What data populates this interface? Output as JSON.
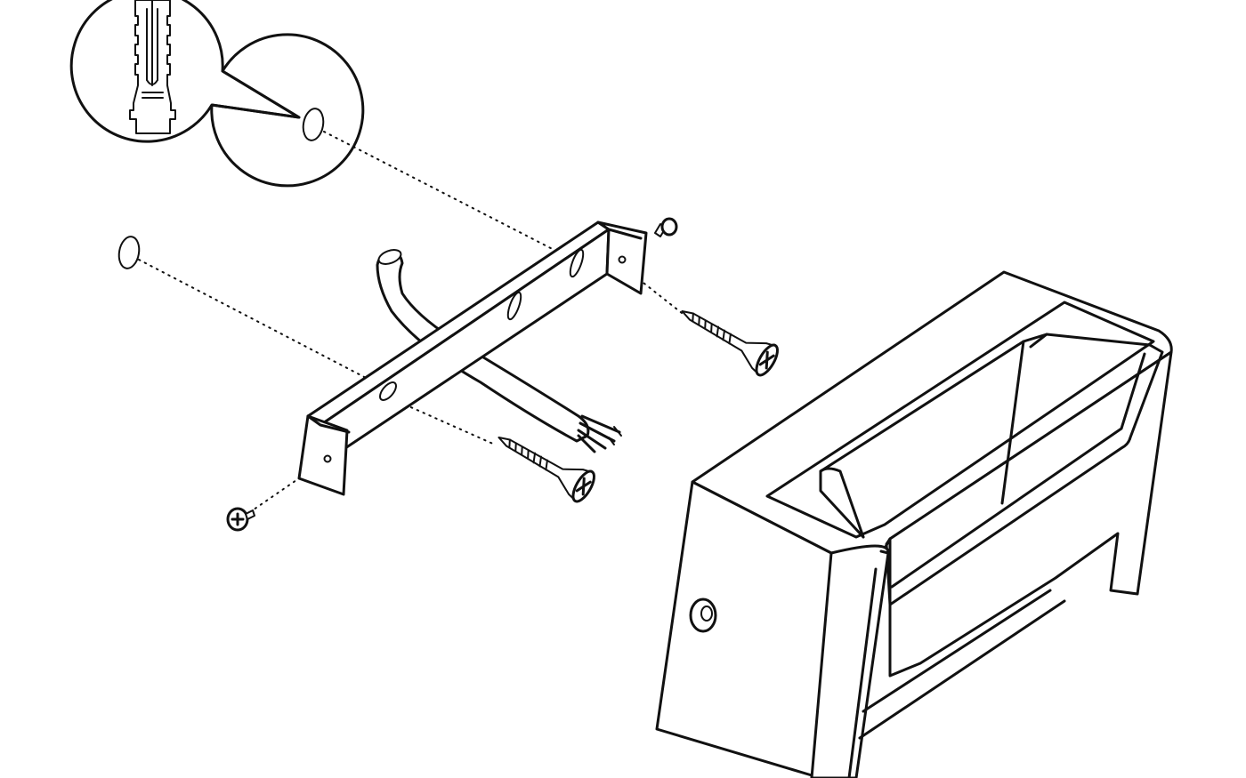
{
  "diagram": {
    "parts": [
      {
        "id": "wall-plug-detail",
        "icon": "wall-plug-icon"
      },
      {
        "id": "wall-hole",
        "count": 2
      },
      {
        "id": "mounting-bracket",
        "count": 1
      },
      {
        "id": "power-cable",
        "count": 1
      },
      {
        "id": "wood-screw",
        "count": 2
      },
      {
        "id": "machine-screw",
        "count": 2
      },
      {
        "id": "lamp-housing",
        "count": 1
      }
    ],
    "colors": {
      "line": "#111111",
      "background": "#ffffff"
    }
  }
}
